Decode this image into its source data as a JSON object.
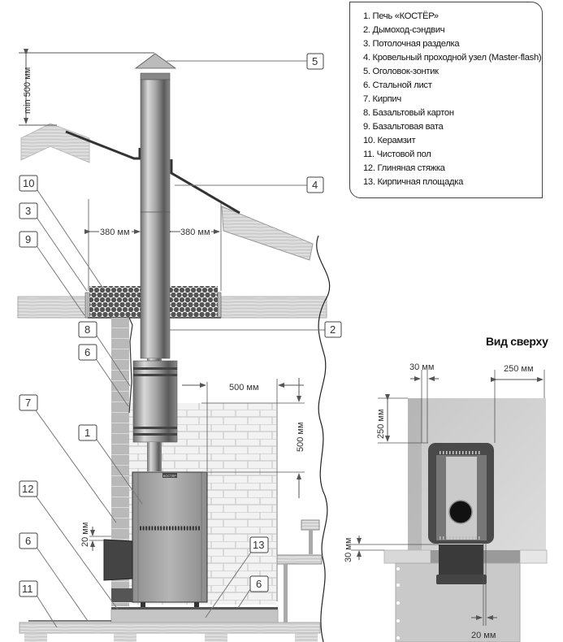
{
  "legend": {
    "items": [
      "1. Печь «КОСТЁР»",
      "2. Дымоход-сэндвич",
      "3. Потолочная разделка",
      "4. Кровельный проходной узел (Master-flash)",
      "5. Оголовок-зонтик",
      "6. Стальной лист",
      "7. Кирпич",
      "8. Базальтовый картон",
      "9. Базальтовая вата",
      "10. Керамзит",
      "11. Чистовой пол",
      "12. Глиняная  стяжка",
      "13. Кирпичная площадка"
    ]
  },
  "callouts": {
    "c5": "5",
    "c4": "4",
    "c10": "10",
    "c3": "3",
    "c9": "9",
    "c2": "2",
    "c8": "8",
    "c6a": "6",
    "c7": "7",
    "c1": "1",
    "c12": "12",
    "c6b": "6",
    "c11": "11",
    "c13": "13",
    "c6c": "6"
  },
  "dimensions": {
    "min_chimney_height": "min 500 мм",
    "ceiling_gap_left": "380 мм",
    "ceiling_gap_right": "380 мм",
    "wall_offset_horizontal": "500 мм",
    "wall_offset_vertical": "500 мм",
    "firebox_gap": "20 мм",
    "stove_label": "КОСТЁР"
  },
  "top_view": {
    "title": "Вид сверху",
    "gap_side": "30 мм",
    "gap_right": "250 мм",
    "gap_back": "250 мм",
    "gap_front": "30 мм",
    "gap_door": "20 мм"
  }
}
